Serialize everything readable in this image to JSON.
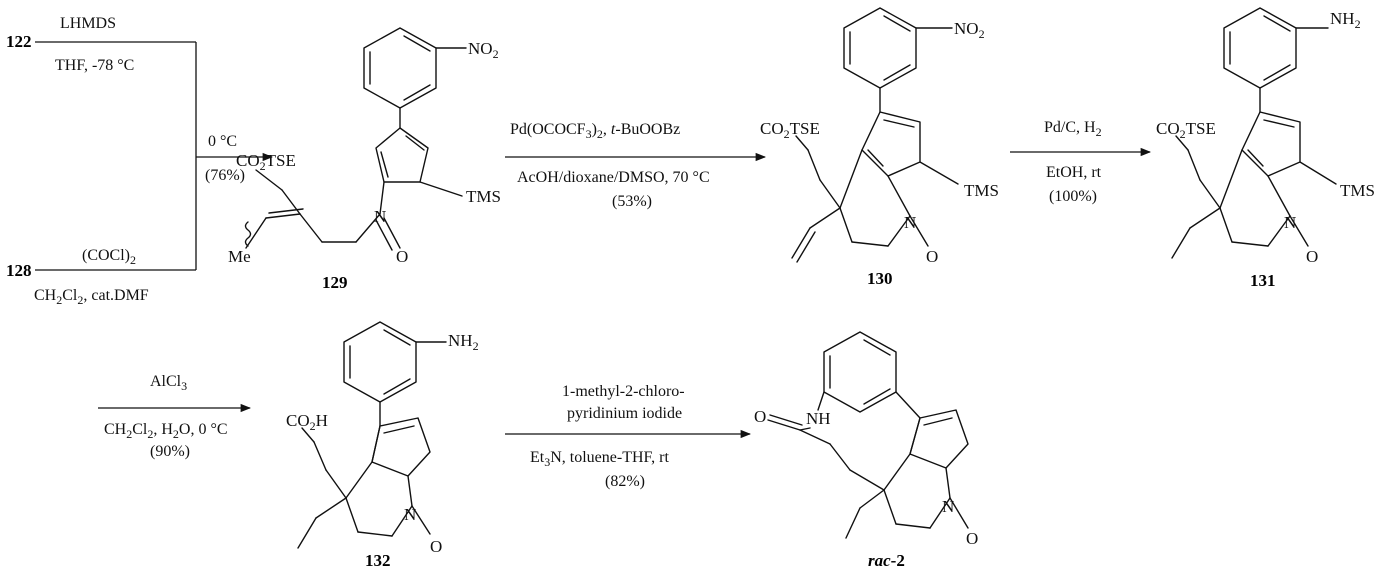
{
  "compounds": {
    "c122": "122",
    "c128": "128",
    "c129": "129",
    "c130": "130",
    "c131": "131",
    "c132": "132",
    "rac2": {
      "prefix": "rac",
      "suffix": "-2"
    }
  },
  "steps": {
    "step1_top_reagent": "LHMDS",
    "step1_top_cond": "THF, -78 °C",
    "step1_bottom_reagent": {
      "main": "(COCl)",
      "sub": "2"
    },
    "step1_bottom_cond": {
      "a": "CH",
      "a_sub": "2",
      "b": "Cl",
      "b_sub": "2",
      "c": ", cat.DMF"
    },
    "step1_temp": "0 °C",
    "step1_yield": "(76%)",
    "step2_reagent": {
      "a": "Pd(OCOCF",
      "a_sub": "3",
      "b": ")",
      "b_sub": "2",
      "c": ", ",
      "c_it": "t",
      "d": "-BuOOBz"
    },
    "step2_cond": "AcOH/dioxane/DMSO, 70 °C",
    "step2_yield": "(53%)",
    "step3_reagent": {
      "a": "Pd/C, H",
      "a_sub": "2"
    },
    "step3_cond": "EtOH, rt",
    "step3_yield": "(100%)",
    "step4_reagent": {
      "a": "AlCl",
      "a_sub": "3"
    },
    "step4_cond": {
      "a": "CH",
      "a_sub": "2",
      "b": "Cl",
      "b_sub": "2",
      "c": ", H",
      "c_sub": "2",
      "d": "O, 0 °C"
    },
    "step4_yield": "(90%)",
    "step5_reagent_line1": "1-methyl-2-chloro-",
    "step5_reagent_line2": "pyridinium iodide",
    "step5_cond": {
      "a": "Et",
      "a_sub": "3",
      "b": "N, toluene-THF, rt"
    },
    "step5_yield": "(82%)"
  },
  "atom_labels": {
    "no2": {
      "main": "NO",
      "sub": "2"
    },
    "nh2": {
      "main": "NH",
      "sub": "2"
    },
    "co2tse": {
      "a": "CO",
      "a_sub": "2",
      "b": "TSE"
    },
    "co2h": {
      "a": "CO",
      "a_sub": "2",
      "b": "H"
    },
    "tms": "TMS",
    "n": "N",
    "o": "O",
    "me": "Me",
    "nh": "NH"
  }
}
